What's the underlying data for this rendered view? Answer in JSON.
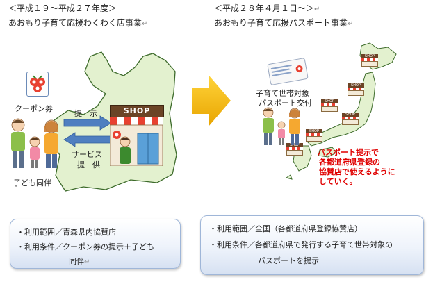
{
  "left": {
    "period": "＜平成１９～平成２７年度＞",
    "title": "あおもり子育て応援わくわく店事業",
    "coupon_label": "クーポン券",
    "offer_label": "提　示",
    "service_label_1": "サービス",
    "service_label_2": "提　供",
    "shop_sign": "SHOP",
    "family_label": "子ども同伴",
    "info": {
      "line1": "・利用範囲／青森県内協賛店",
      "line2": "・利用条件／クーポン券の提示＋子ども",
      "line3": "同伴"
    }
  },
  "right": {
    "period": "＜平成２８年４月１日～＞",
    "title": "あおもり子育て応援パスポート事業",
    "passport_label_1": "子育て世帯対象",
    "passport_label_2": "パスポート交付",
    "shop_sign": "SHOP",
    "red_note": [
      "パスポート提示で",
      "各都道府県登録の",
      "協賛店で使えるように",
      "していく。"
    ],
    "info": {
      "line1": "・利用範囲／全国（各都道府県登録協賛店）",
      "line2": "・利用条件／各都道府県で発行する子育て世帯対象の",
      "line3": "パスポートを提示"
    }
  },
  "colors": {
    "map_green": "#e3f1cf",
    "map_stroke": "#3d6b2b",
    "arrow_orange": "#f2b600",
    "arrow_blue": "#4f7fc0",
    "note_red": "#e00000"
  }
}
